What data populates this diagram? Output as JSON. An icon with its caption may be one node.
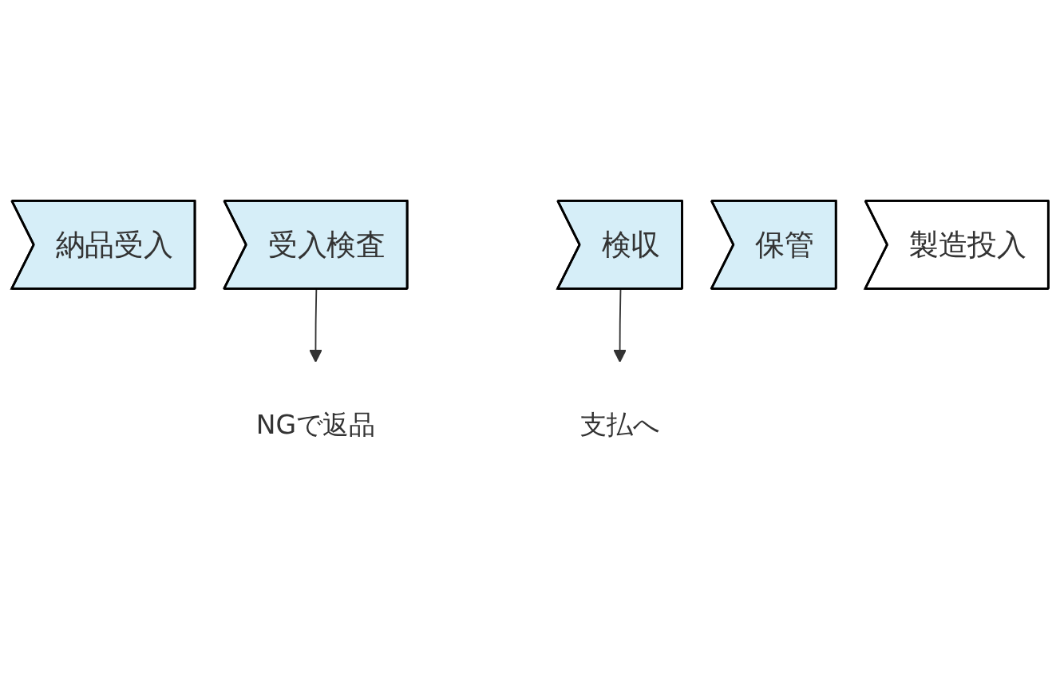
{
  "diagram": {
    "nodes": [
      {
        "text": [
          "納品受入"
        ]
      },
      {
        "text": [
          "受入検査"
        ]
      },
      {
        "text": [
          "検収"
        ]
      },
      {
        "text": [
          "保管"
        ]
      },
      {
        "text": [
          "製造投入"
        ]
      },
      {
        "text": [
          "NGで返品"
        ]
      },
      {
        "text": [
          "支払へ"
        ]
      }
    ],
    "edges": [
      {
        "from": 1,
        "to": 5,
        "arrow": "to"
      },
      {
        "from": 2,
        "to": 6,
        "arrow": "to"
      }
    ]
  }
}
